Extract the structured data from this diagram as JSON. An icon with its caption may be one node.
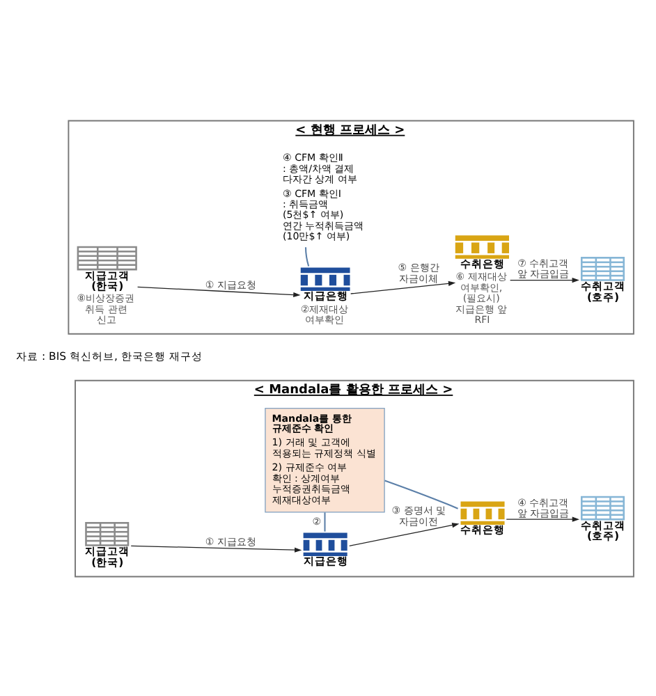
{
  "diagram": {
    "nodes": [
      {
        "text": [
          "< 현행 프로세스 >"
        ]
      },
      {
        "text": [
          "④ CFM 확인Ⅱ : 총액/차액 결제 다자간 상계 여부",
          "③ CFM 확인Ⅰ : 취득금액 (5천$↑ 여부) 연간 누적취득금액 (10만$↑ 여부)"
        ],
        "in": 0
      },
      {
        "text": [
          "지급고객 (한국)"
        ],
        "in": 0,
        "beside": [
          "⑧비상장증권 취득 관련 신고"
        ]
      },
      {
        "text": [
          "지급은행"
        ],
        "in": 0,
        "beside": [
          "②제재대상 여부확인"
        ]
      },
      {
        "text": [
          "수취은행"
        ],
        "in": 0,
        "beside": [
          "⑥ 제재대상 여부확인, (필요시) 지급은행 앞 RFI"
        ]
      },
      {
        "text": [
          "수취고객 (호주)"
        ],
        "in": 0
      },
      {
        "text": [
          "< Mandala를 활용한 프로세스 >"
        ]
      },
      {
        "text": [
          "Mandala를 통한 규제준수 확인",
          "1) 거래 및 고객에 적용되는 규제정책 식별",
          "2) 규제준수 여부 확인 : 상계여부 누적증권취득금액 제재대상여부"
        ],
        "in": 6
      },
      {
        "text": [
          "지급고객 (한국)"
        ],
        "in": 6
      },
      {
        "text": [
          "지급은행"
        ],
        "in": 6
      },
      {
        "text": [
          "수취은행"
        ],
        "in": 6
      },
      {
        "text": [
          "수취고객 (호주)"
        ],
        "in": 6
      }
    ],
    "edges": [
      {
        "from": 2,
        "to": 3,
        "arrow": "to",
        "label": "① 지급요청"
      },
      {
        "from": 3,
        "to": 4,
        "arrow": "to",
        "label": "⑤ 은행간 자금이체"
      },
      {
        "from": 4,
        "to": 5,
        "arrow": "to",
        "label": "⑦ 수취고객 앞 자금입금"
      },
      {
        "from": 3,
        "to": 1,
        "arrow": "none",
        "color": "#5b7fa8"
      },
      {
        "from": 8,
        "to": 9,
        "arrow": "to",
        "label": "① 지급요청"
      },
      {
        "from": 9,
        "to": 10,
        "arrow": "to",
        "label": "③ 증명서 및 자금이전"
      },
      {
        "from": 10,
        "to": 11,
        "arrow": "to",
        "label": "④ 수취고객 앞 자금입금"
      },
      {
        "from": 7,
        "to": 9,
        "arrow": "none",
        "label": "②",
        "color": "#5b7fa8"
      },
      {
        "from": 7,
        "to": 10,
        "arrow": "none",
        "color": "#5b7fa8"
      }
    ],
    "labels": [
      "자료 : BIS 혁신허브, 한국은행 재구성"
    ]
  }
}
